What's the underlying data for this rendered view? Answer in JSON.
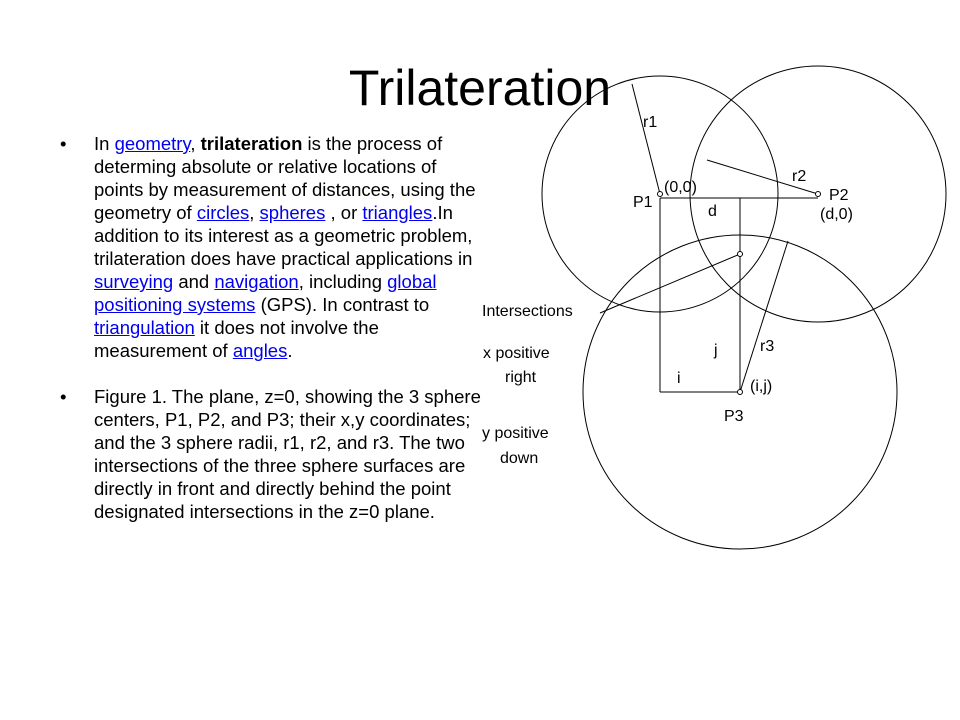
{
  "slide": {
    "title": "Trilateration",
    "bullet1": {
      "marker": "•",
      "t1": "In ",
      "link_geometry": "geometry",
      "t2": ", ",
      "bold_trilateration": "trilateration",
      "t3": " is the process of determing absolute or relative locations of points by measurement of distances, using the geometry of ",
      "link_circles": "circles",
      "t4": ", ",
      "link_spheres": "spheres",
      "t5": " , or ",
      "link_triangles": "triangles",
      "t6": ".In addition to its interest as a geometric problem, trilateration does have practical applications in  ",
      "link_surveying": "surveying",
      "t7": "  and  ",
      "link_navigation": "navigation",
      "t8": ", including ",
      "link_gps": "global positioning systems",
      "t9": " (GPS).  In contrast to ",
      "link_triangulation": "triangulation",
      "t10": " it does not involve the measurement of ",
      "link_angles": "angles",
      "t11": "."
    },
    "bullet2": {
      "marker": "•",
      "text": "Figure 1. The plane, z=0, showing the 3 sphere centers, P1, P2, and P3; their x,y coordinates; and the 3 sphere radii, r1, r2, and r3. The two intersections of the three sphere surfaces are directly in front and directly behind the point designated intersections in the z=0 plane."
    }
  },
  "diagram": {
    "labels": {
      "r1": "r1",
      "r2": "r2",
      "r3": "r3",
      "p1": "P1",
      "p2": "P2",
      "p3": "P3",
      "p1_coord": "(0,0)",
      "p2_coord": "(d,0)",
      "p3_coord": "(i,j)",
      "d": "d",
      "i": "i",
      "j": "j",
      "intersections": "Intersections",
      "x_positive": "x positive",
      "right": "right",
      "y_positive": "y positive",
      "down": "down"
    }
  }
}
